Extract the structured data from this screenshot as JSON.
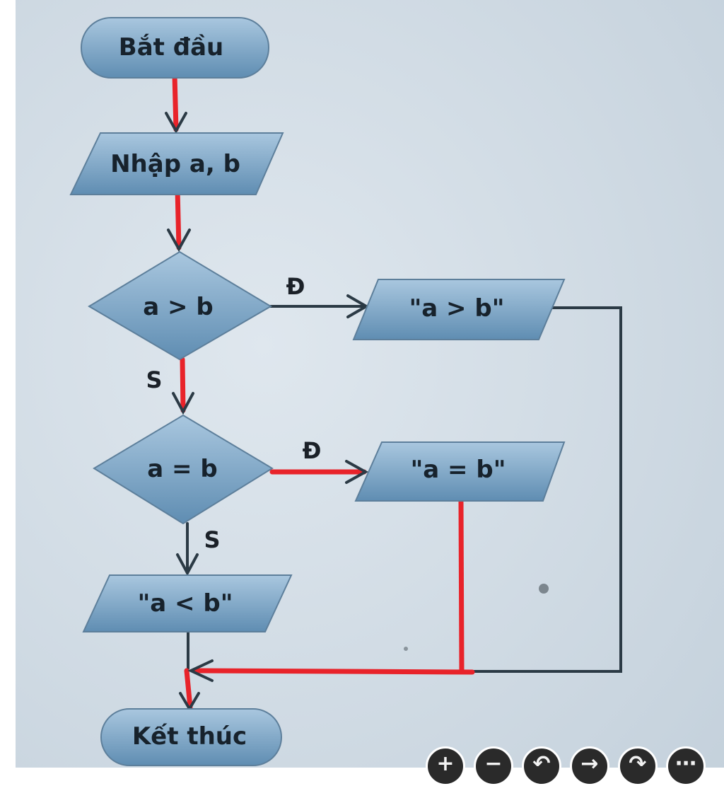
{
  "nodes": {
    "start": "Bắt đầu",
    "input": "Nhập a, b",
    "cond1": "a > b",
    "out1": "\"a > b\"",
    "cond2": "a = b",
    "out2": "\"a = b\"",
    "out3": "\"a < b\"",
    "end": "Kết thúc"
  },
  "edge_labels": {
    "cond1_true": "Đ",
    "cond1_false": "S",
    "cond2_true": "Đ",
    "cond2_false": "S"
  },
  "viewer_controls": {
    "zoom_in": "+",
    "zoom_out": "−",
    "rotate_left": "↶",
    "next": "→",
    "rotate_right": "↷",
    "more": "⋯"
  },
  "colors": {
    "background": "#d3dde5",
    "shape_fill_light": "#a9c7df",
    "shape_fill_dark": "#5f8db2",
    "connector": "#2b3a45",
    "highlight": "#e8232a"
  }
}
